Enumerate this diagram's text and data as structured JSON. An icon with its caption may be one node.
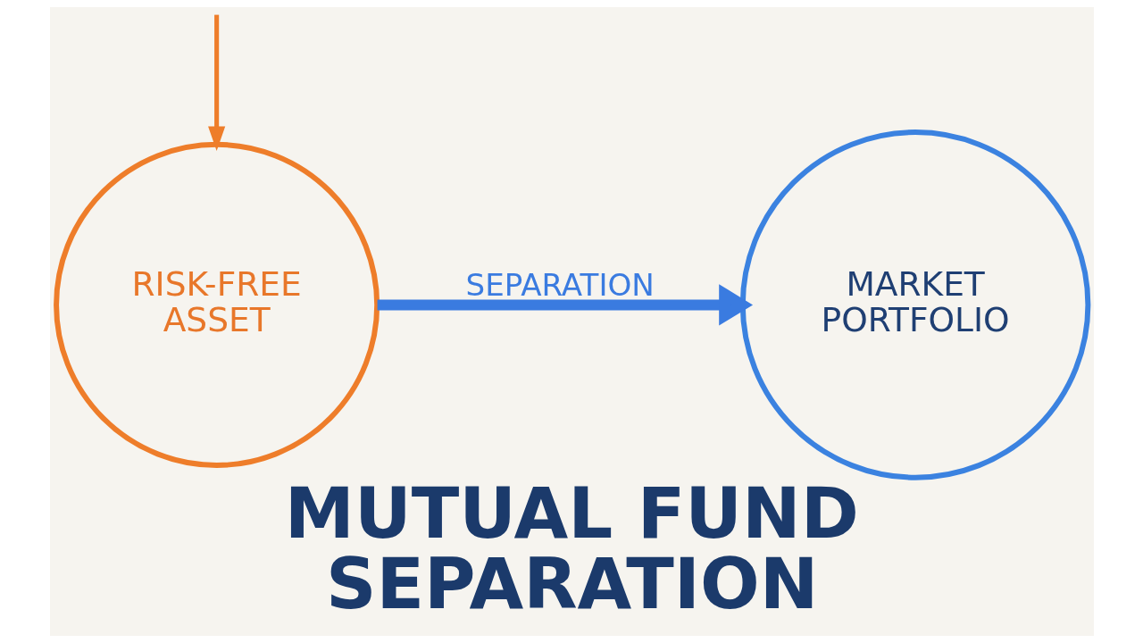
{
  "diagram": {
    "title": "MUTUAL FUND SEPARATION",
    "nodes": [
      {
        "text": [
          "RISK-FREE ASSET"
        ]
      },
      {
        "text": [
          "MARKET PORTFOLIO"
        ]
      }
    ],
    "edges": [
      {
        "from": null,
        "to": 0,
        "arrow": "to",
        "color": "#ee7d2a"
      },
      {
        "from": 0,
        "to": 1,
        "arrow": "to",
        "label": "SEPARATION",
        "style": "thick",
        "color": "#3a7be0"
      }
    ]
  }
}
